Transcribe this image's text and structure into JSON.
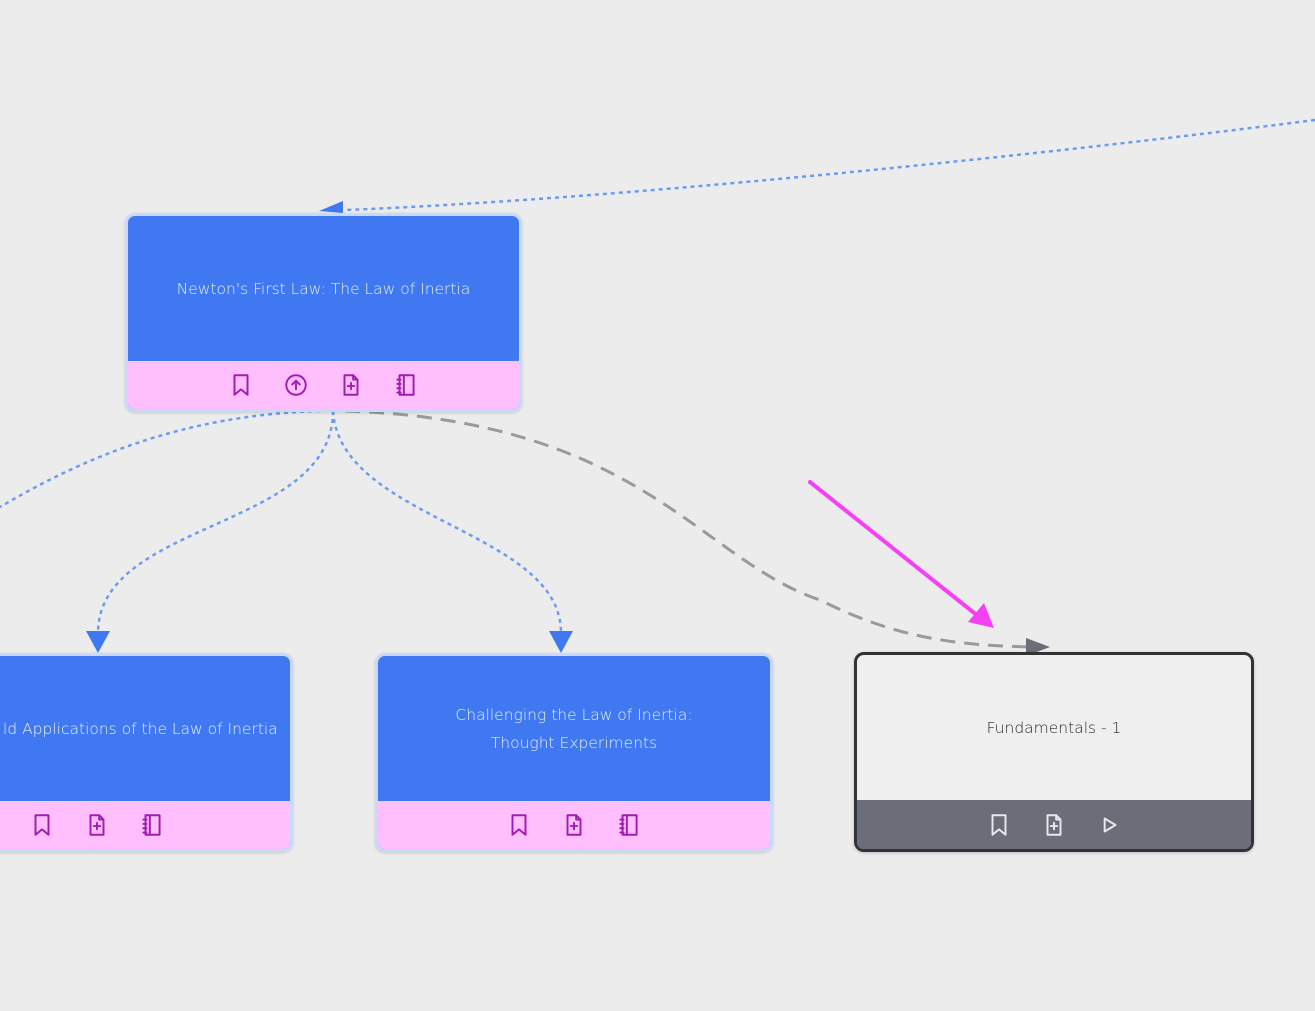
{
  "canvas": {
    "background": "#ececec"
  },
  "colors": {
    "node_blue": "#3f78f0",
    "node_footer_pink": "#ffbffd",
    "icon_purple": "#a11cb0",
    "edge_blue": "#6e9bf0",
    "edge_gray": "#9a9a9a",
    "highlight_arrow": "#f540f5",
    "node_gray_footer": "#6b6d78"
  },
  "nodes": {
    "newton_first_law": {
      "title": "Newton's First Law: The Law of Inertia",
      "icons": [
        "bookmark-icon",
        "upload-circle-icon",
        "add-file-icon",
        "notebook-icon"
      ]
    },
    "real_world_applications": {
      "title": "ld Applications of the Law of Inertia",
      "icons": [
        "bookmark-icon",
        "add-file-icon",
        "notebook-icon"
      ]
    },
    "thought_experiments": {
      "title": "Challenging the Law of Inertia: Thought Experiments",
      "icons": [
        "bookmark-icon",
        "add-file-icon",
        "notebook-icon"
      ]
    },
    "fundamentals": {
      "title": "Fundamentals - 1",
      "icons": [
        "bookmark-icon",
        "add-file-icon",
        "play-icon"
      ]
    }
  }
}
